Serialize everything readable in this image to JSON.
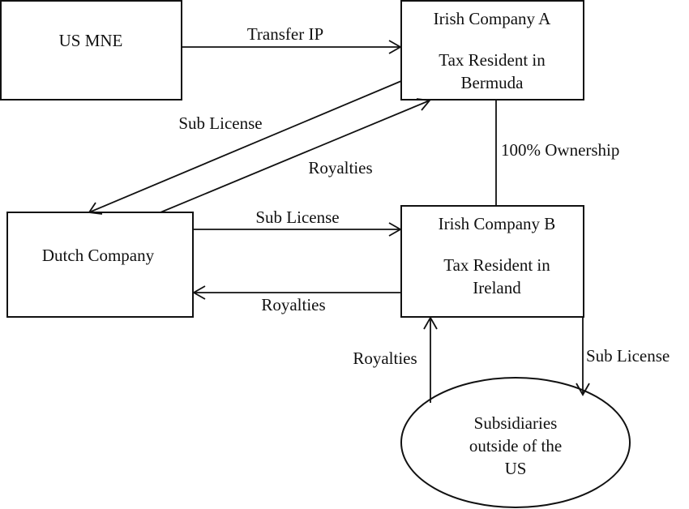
{
  "nodes": {
    "us_mne": {
      "lines": [
        "US MNE"
      ]
    },
    "irish_a": {
      "lines": [
        "Irish Company A",
        "Tax Resident in",
        "Bermuda"
      ]
    },
    "dutch": {
      "lines": [
        "Dutch Company"
      ]
    },
    "irish_b": {
      "lines": [
        "Irish Company B",
        "Tax Resident in",
        "Ireland"
      ]
    },
    "subsidiaries": {
      "lines": [
        "Subsidiaries",
        "outside of the",
        "US"
      ]
    }
  },
  "edges": {
    "transfer_ip": "Transfer IP",
    "sub_license_a_dutch": "Sub License",
    "royalties_dutch_a": "Royalties",
    "ownership": "100% Ownership",
    "sub_license_dutch_b": "Sub License",
    "royalties_b_dutch": "Royalties",
    "royalties_sub_b": "Royalties",
    "sub_license_b_sub": "Sub License"
  },
  "colors": {
    "stroke": "#111111",
    "background": "#ffffff"
  }
}
